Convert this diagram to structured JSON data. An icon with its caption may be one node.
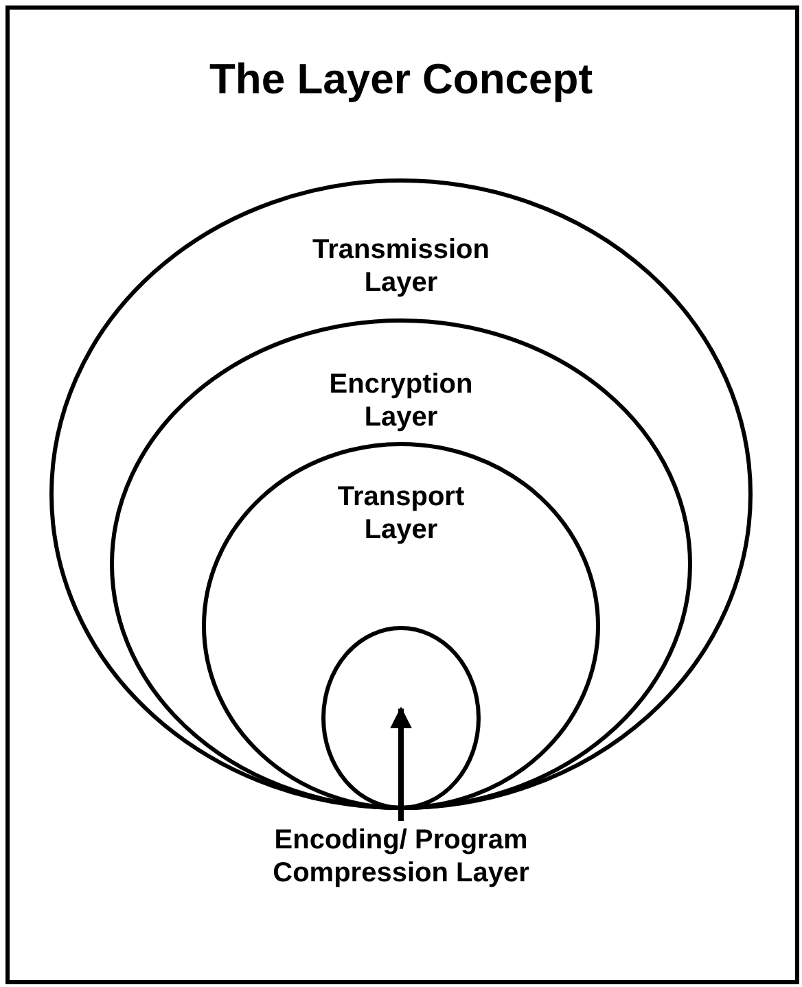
{
  "diagram": {
    "title": "The Layer Concept",
    "nodes": [
      {
        "text": [
          "Transmission Layer"
        ]
      },
      {
        "text": [
          "Encryption Layer"
        ],
        "in": 0
      },
      {
        "text": [
          "Transport Layer"
        ],
        "in": 1
      },
      {
        "text": [],
        "shape": "circle",
        "in": 2
      },
      {
        "text": [
          "Encoding/ Program Compression Layer"
        ]
      }
    ],
    "edges": [
      {
        "from": 4,
        "to": 3,
        "arrow": "to"
      }
    ]
  }
}
